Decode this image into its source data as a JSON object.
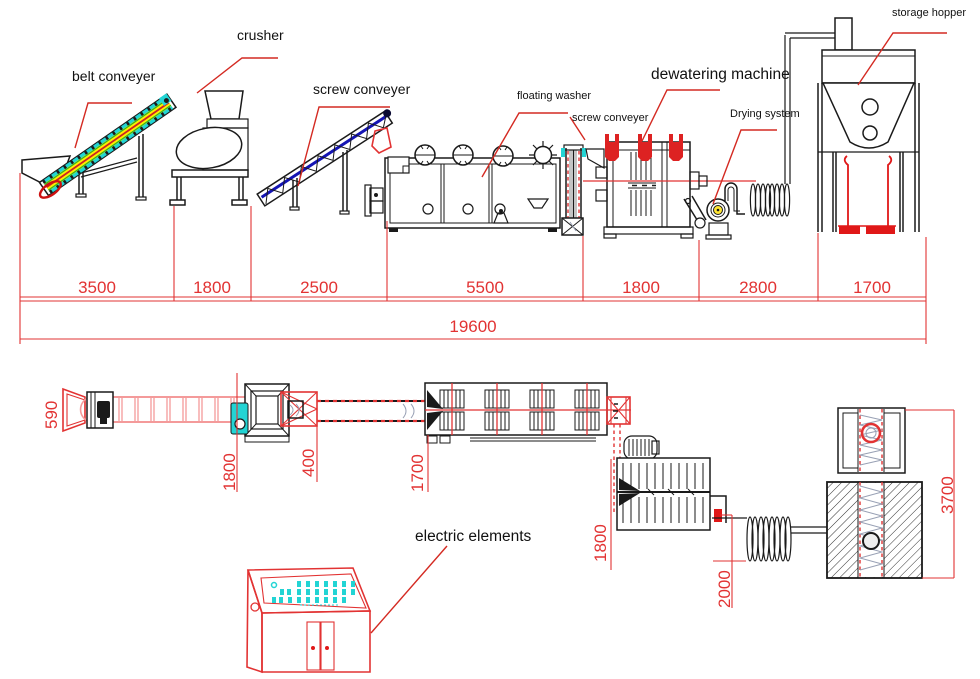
{
  "labels": {
    "belt_conveyer": "belt conveyer",
    "crusher": "crusher",
    "screw_conveyer": "screw conveyer",
    "floating_washer": "floating washer",
    "screw_conveyer_2": "screw conveyer",
    "dewatering_machine": "dewatering machine",
    "drying_system": "Drying system",
    "storage_hopper": "storage hopper",
    "electric_elements": "electric elements"
  },
  "dims": {
    "top_chain": [
      "3500",
      "1800",
      "2500",
      "5500",
      "1800",
      "2800",
      "1700"
    ],
    "top_total": "19600",
    "plan": {
      "infeed": "590",
      "crusher": "1800",
      "screw_inlet": "400",
      "washer": "1700",
      "dewatering": "1800",
      "drying": "2000",
      "hopper": "3700"
    }
  },
  "colors": {
    "dimension_red": "#e23333",
    "belt_pink": "#f49a9a",
    "motor_cyan": "#22d4d4",
    "belt_yellow": "#ffee00",
    "belt_green": "#28b428",
    "screw_blue": "#1414b4",
    "outline_black": "#1a1a1a",
    "bag_red": "#e01818",
    "blower_yellow": "#ffe633"
  }
}
